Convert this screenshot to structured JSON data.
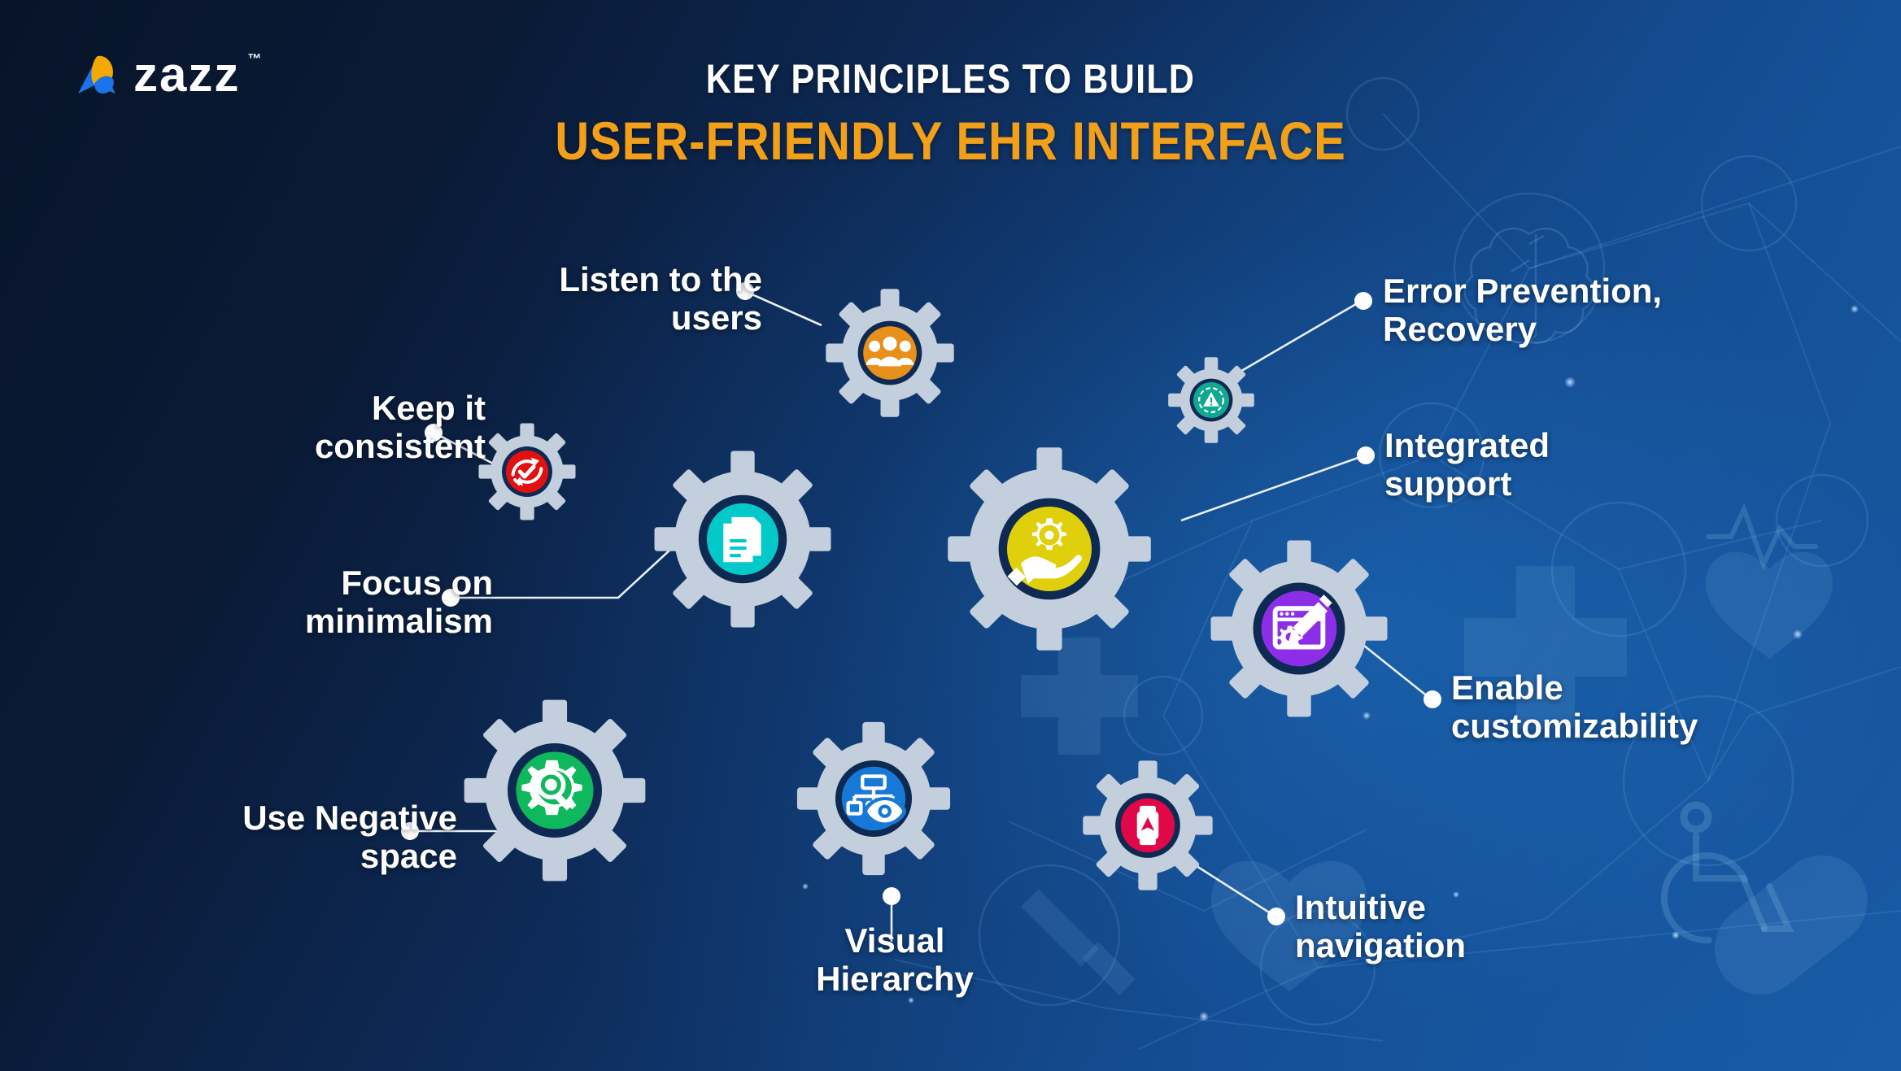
{
  "brand": {
    "name": "zazz",
    "trademark": "™",
    "logo_icon": "zazz-triangle-logo",
    "mark_blue": "#1a73e8",
    "mark_yellow": "#f5a800"
  },
  "header": {
    "title_line1": "KEY PRINCIPLES TO BUILD",
    "title_line2": "USER-FRIENDLY EHR INTERFACE",
    "title_line1_color": "#ffffff",
    "title_line2_color": "#f2a019"
  },
  "theme": {
    "background_dark": "#081429",
    "background_blue": "#1a5ba4",
    "gear_body": "#c3cfdd",
    "gear_ring": "#0f2a52",
    "connector_line": "#e8eef6",
    "label_color": "#ffffff"
  },
  "chart_data": {
    "type": "diagram",
    "title": "Key Principles To Build User-Friendly EHR Interface",
    "layout": "interlocking gears with callout labels",
    "nodes": [
      {
        "id": "listen",
        "label": "Listen to the\nusers",
        "icon": "users-group-icon",
        "accent": "#e8901c",
        "size": "medium",
        "label_side": "left"
      },
      {
        "id": "consistent",
        "label": "Keep it\nconsistent",
        "icon": "refresh-check-icon",
        "accent": "#e21010",
        "size": "small",
        "label_side": "left"
      },
      {
        "id": "minimalism",
        "label": "Focus on\nminimalism",
        "icon": "documents-icon",
        "accent": "#03c9c9",
        "size": "large",
        "label_side": "left"
      },
      {
        "id": "negative",
        "label": "Use Negative\nspace",
        "icon": "gear-magnifier-icon",
        "accent": "#0fb85c",
        "size": "large",
        "label_side": "left"
      },
      {
        "id": "hierarchy",
        "label": "Visual\nHierarchy",
        "icon": "sitemap-eye-icon",
        "accent": "#1878d8",
        "size": "medium",
        "label_side": "bottom"
      },
      {
        "id": "support",
        "label": "Integrated\nsupport",
        "icon": "hand-holding-gear-icon",
        "accent": "#e0d00b",
        "size": "xlarge",
        "label_side": "right"
      },
      {
        "id": "error",
        "label": "Error Prevention,\nRecovery",
        "icon": "warning-shield-icon",
        "accent": "#10a890",
        "size": "xsmall",
        "label_side": "right"
      },
      {
        "id": "customize",
        "label": "Enable\ncustomizability",
        "icon": "window-pencil-gear-icon",
        "accent": "#8c2ee8",
        "size": "large",
        "label_side": "right"
      },
      {
        "id": "navigation",
        "label": "Intuitive\nnavigation",
        "icon": "smartwatch-navigation-icon",
        "accent": "#e00848",
        "size": "medium",
        "label_side": "right"
      }
    ]
  },
  "labels": {
    "listen": "Listen to the\nusers",
    "consistent": "Keep it\nconsistent",
    "minimalism": "Focus on\nminimalism",
    "negative": "Use Negative\nspace",
    "hierarchy": "Visual\nHierarchy",
    "support": "Integrated\nsupport",
    "error": "Error Prevention,\nRecovery",
    "customize": "Enable\ncustomizability",
    "navigation": "Intuitive\nnavigation"
  }
}
